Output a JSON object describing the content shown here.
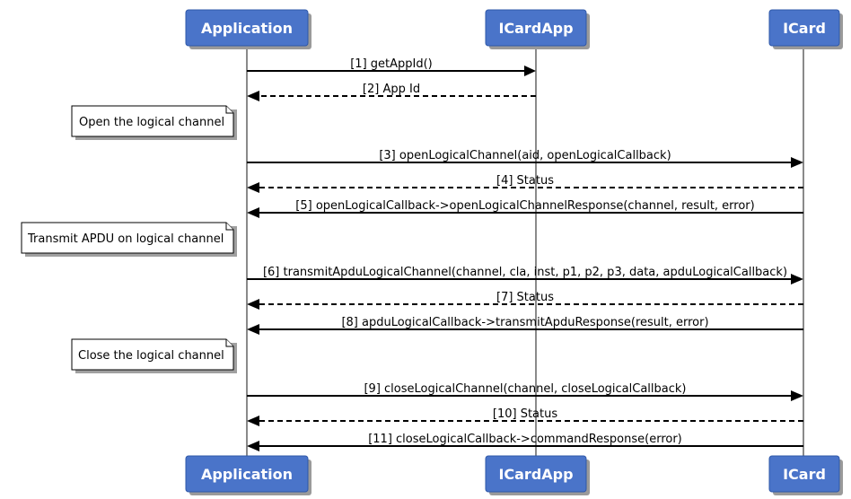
{
  "participants": [
    {
      "id": "app",
      "label": "Application"
    },
    {
      "id": "icardapp",
      "label": "ICardApp"
    },
    {
      "id": "icard",
      "label": "ICard"
    }
  ],
  "messages": [
    {
      "from": "app",
      "to": "icardapp",
      "label": "[1] getAppId()",
      "style": "solid"
    },
    {
      "from": "icardapp",
      "to": "app",
      "label": "[2] App Id",
      "style": "dashed"
    },
    {
      "from": "app",
      "to": "icard",
      "label": "[3] openLogicalChannel(aid, openLogicalCallback)",
      "style": "solid"
    },
    {
      "from": "icard",
      "to": "app",
      "label": "[4] Status",
      "style": "dashed"
    },
    {
      "from": "icard",
      "to": "app",
      "label": "[5] openLogicalCallback->openLogicalChannelResponse(channel, result, error)",
      "style": "solid"
    },
    {
      "from": "app",
      "to": "icard",
      "label": "[6] transmitApduLogicalChannel(channel, cla, inst, p1, p2, p3, data, apduLogicalCallback)",
      "style": "solid"
    },
    {
      "from": "icard",
      "to": "app",
      "label": "[7] Status",
      "style": "dashed"
    },
    {
      "from": "icard",
      "to": "app",
      "label": "[8] apduLogicalCallback->transmitApduResponse(result, error)",
      "style": "solid"
    },
    {
      "from": "app",
      "to": "icard",
      "label": "[9] closeLogicalChannel(channel, closeLogicalCallback)",
      "style": "solid"
    },
    {
      "from": "icard",
      "to": "app",
      "label": "[10] Status",
      "style": "dashed"
    },
    {
      "from": "icard",
      "to": "app",
      "label": "[11] closeLogicalCallback->commandResponse(error)",
      "style": "solid"
    }
  ],
  "notes": [
    {
      "text": "Open the logical channel"
    },
    {
      "text": "Transmit APDU on logical channel"
    },
    {
      "text": "Close the logical channel"
    }
  ]
}
